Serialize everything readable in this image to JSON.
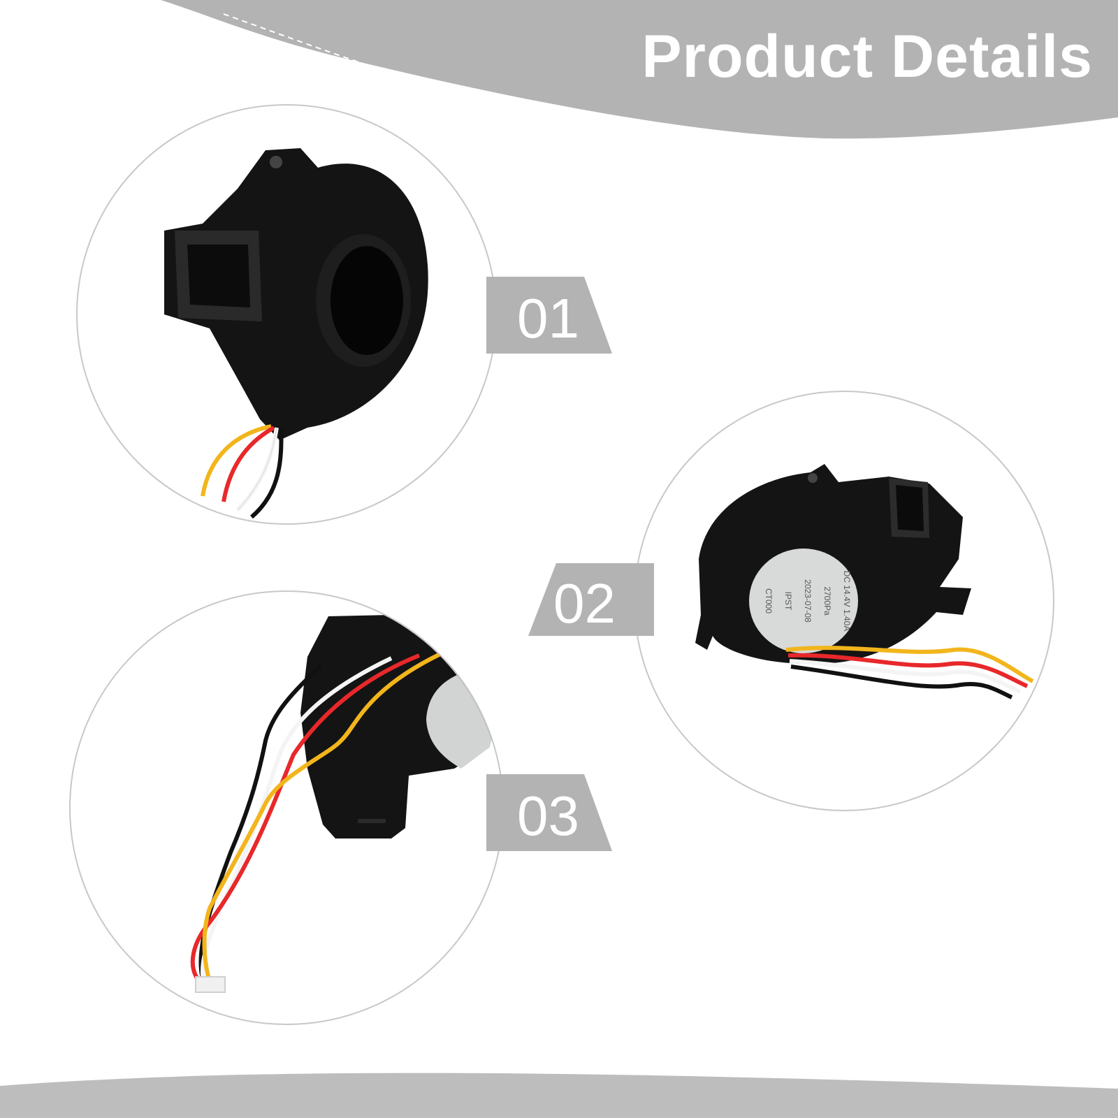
{
  "header": {
    "title": "Product Details"
  },
  "labels": [
    {
      "number": "01"
    },
    {
      "number": "02"
    },
    {
      "number": "03"
    }
  ],
  "label_text": {
    "side_1": "DC 14.4V 1.40A",
    "side_2": "2700Pa",
    "side_3": "CT000",
    "side_4": "2023-07-08",
    "side_5": "IPST"
  },
  "colors": {
    "band": "#b3b3b3",
    "circle_border": "#c8c8c8",
    "label_box": "#b3b3b3",
    "fan_body": "#141414",
    "wire_yellow": "#f2b51c",
    "wire_red": "#e8282a",
    "wire_white": "#f4f4f4",
    "wire_black": "#111111"
  }
}
